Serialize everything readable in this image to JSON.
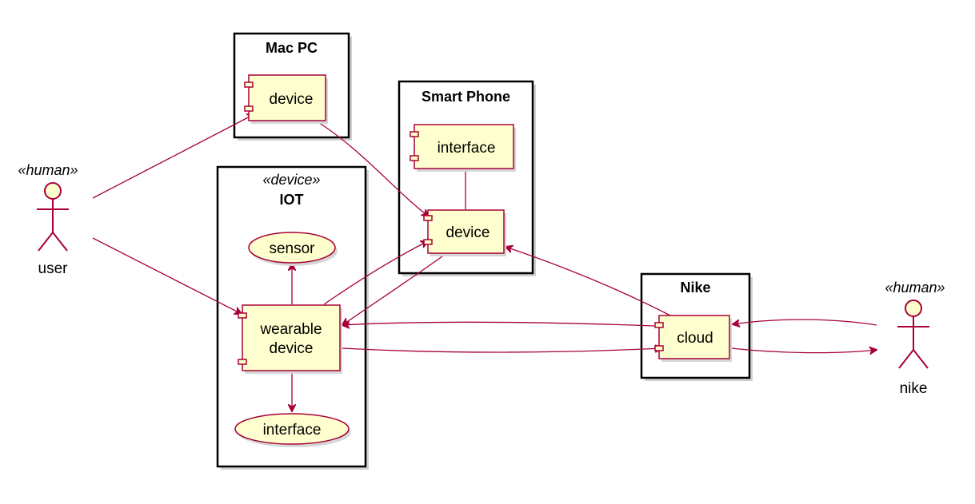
{
  "colors": {
    "element_fill": "#fefece",
    "element_border": "#a80036",
    "frame_border": "#000000",
    "arrow": "#a80036"
  },
  "frames": {
    "macpc": {
      "title": "Mac PC"
    },
    "smartphone": {
      "title": "Smart Phone"
    },
    "iot": {
      "title": "IOT",
      "stereotype": "«device»"
    },
    "nike": {
      "title": "Nike"
    }
  },
  "components": {
    "macpc_device": "device",
    "phone_interface": "interface",
    "phone_device": "device",
    "wearable_device_line1": "wearable",
    "wearable_device_line2": "device",
    "cloud": "cloud"
  },
  "usecases": {
    "sensor": "sensor",
    "interface": "interface"
  },
  "actors": {
    "user": {
      "name": "user",
      "stereotype": "«human»"
    },
    "nike": {
      "name": "nike",
      "stereotype": "«human»"
    }
  }
}
